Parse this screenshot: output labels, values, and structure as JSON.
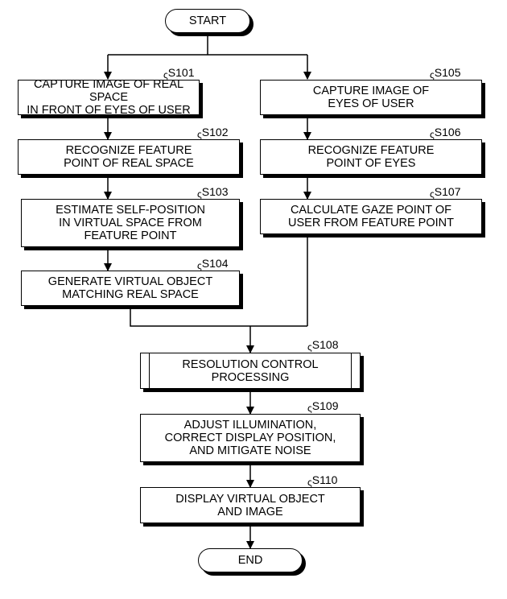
{
  "flowchart": {
    "start": "START",
    "end": "END",
    "steps": {
      "s101": {
        "id": "S101",
        "text": "CAPTURE IMAGE OF REAL SPACE\nIN FRONT OF EYES OF USER"
      },
      "s102": {
        "id": "S102",
        "text": "RECOGNIZE FEATURE\nPOINT OF REAL SPACE"
      },
      "s103": {
        "id": "S103",
        "text": "ESTIMATE SELF-POSITION\nIN VIRTUAL SPACE FROM\nFEATURE POINT"
      },
      "s104": {
        "id": "S104",
        "text": "GENERATE VIRTUAL OBJECT\nMATCHING REAL SPACE"
      },
      "s105": {
        "id": "S105",
        "text": "CAPTURE IMAGE OF\nEYES OF USER"
      },
      "s106": {
        "id": "S106",
        "text": "RECOGNIZE FEATURE\nPOINT OF EYES"
      },
      "s107": {
        "id": "S107",
        "text": "CALCULATE GAZE POINT OF\nUSER FROM FEATURE POINT"
      },
      "s108": {
        "id": "S108",
        "text": "RESOLUTION CONTROL\nPROCESSING",
        "type": "subroutine"
      },
      "s109": {
        "id": "S109",
        "text": "ADJUST ILLUMINATION,\nCORRECT DISPLAY POSITION,\nAND MITIGATE NOISE"
      },
      "s110": {
        "id": "S110",
        "text": "DISPLAY VIRTUAL OBJECT\nAND IMAGE"
      }
    },
    "edges": [
      [
        "START",
        "S101"
      ],
      [
        "START",
        "S105"
      ],
      [
        "S101",
        "S102"
      ],
      [
        "S102",
        "S103"
      ],
      [
        "S103",
        "S104"
      ],
      [
        "S105",
        "S106"
      ],
      [
        "S106",
        "S107"
      ],
      [
        "S104",
        "S108"
      ],
      [
        "S107",
        "S108"
      ],
      [
        "S108",
        "S109"
      ],
      [
        "S109",
        "S110"
      ],
      [
        "S110",
        "END"
      ]
    ]
  }
}
